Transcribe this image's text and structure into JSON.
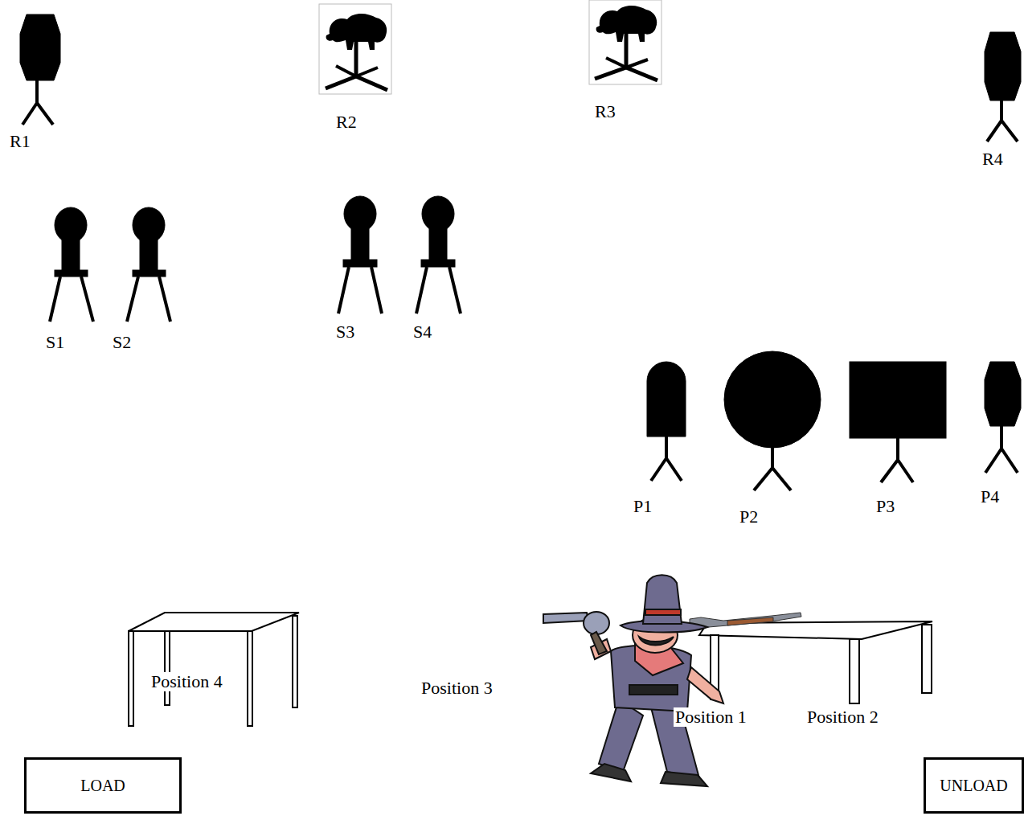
{
  "diagram": {
    "nodes": [
      {
        "text": [
          "LOAD"
        ]
      },
      {
        "text": [
          "UNLOAD"
        ]
      }
    ],
    "labels": [
      "R1",
      "R2",
      "R3",
      "R4",
      "S1",
      "S2",
      "S3",
      "S4",
      "P1",
      "P2",
      "P3",
      "P4",
      "Position 4",
      "Position 3",
      "Position 1",
      "Position 2"
    ]
  }
}
